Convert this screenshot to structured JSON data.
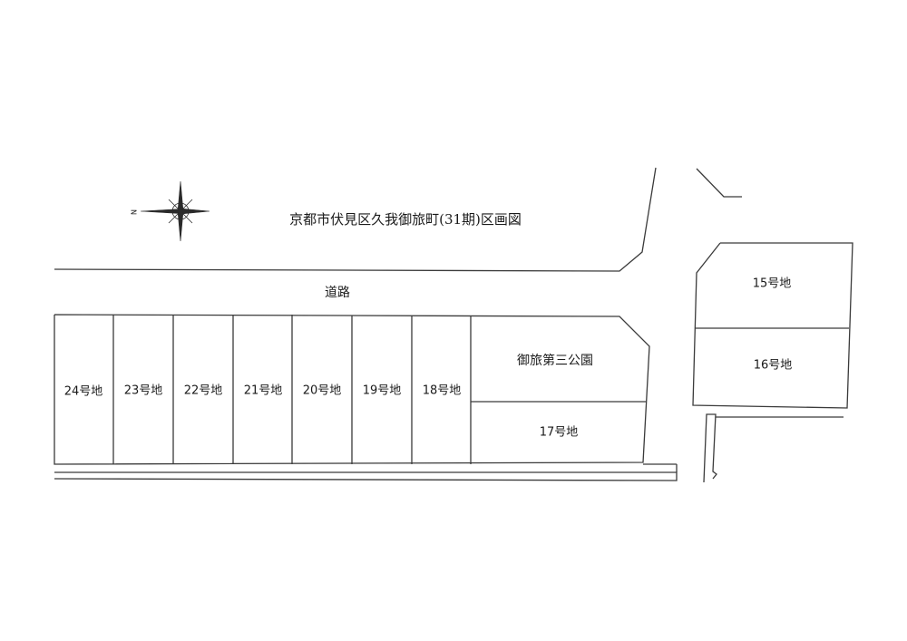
{
  "map": {
    "title": "京都市伏見区久我御旅町(31期)区画図",
    "road_label": "道路",
    "park_label": "御旅第三公園",
    "compass": {
      "north_letter": "N",
      "icon": "compass-rose-icon"
    },
    "lots": [
      {
        "id": "lot-24",
        "label": "24号地"
      },
      {
        "id": "lot-23",
        "label": "23号地"
      },
      {
        "id": "lot-22",
        "label": "22号地"
      },
      {
        "id": "lot-21",
        "label": "21号地"
      },
      {
        "id": "lot-20",
        "label": "20号地"
      },
      {
        "id": "lot-19",
        "label": "19号地"
      },
      {
        "id": "lot-18",
        "label": "18号地"
      },
      {
        "id": "lot-17",
        "label": "17号地"
      },
      {
        "id": "lot-16",
        "label": "16号地"
      },
      {
        "id": "lot-15",
        "label": "15号地"
      }
    ]
  }
}
